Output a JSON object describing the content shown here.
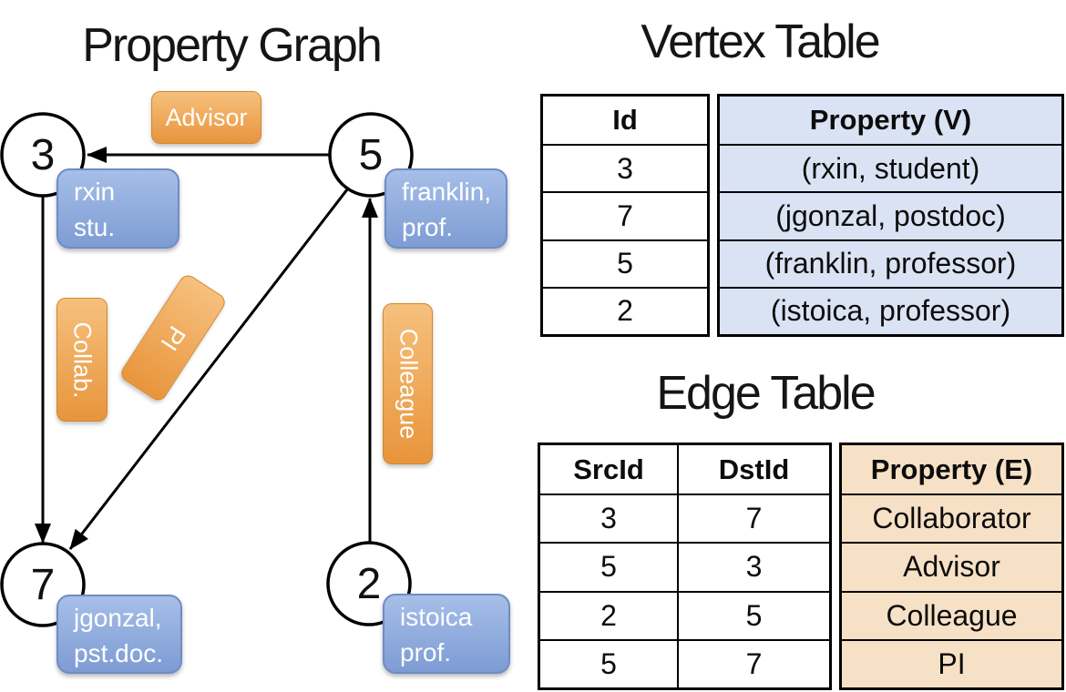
{
  "graph": {
    "title": "Property Graph",
    "nodes": [
      {
        "id": "3",
        "line1": "rxin",
        "line2": "stu."
      },
      {
        "id": "5",
        "line1": "franklin,",
        "line2": "prof."
      },
      {
        "id": "7",
        "line1": "jgonzal,",
        "line2": "pst.doc."
      },
      {
        "id": "2",
        "line1": "istoica",
        "line2": "prof."
      }
    ],
    "edge_labels": [
      {
        "label": "Advisor"
      },
      {
        "label": "Collab."
      },
      {
        "label": "PI"
      },
      {
        "label": "Colleague"
      }
    ]
  },
  "vertex_table": {
    "title": "Vertex Table",
    "columns": {
      "id": "Id",
      "property": "Property (V)"
    },
    "rows": [
      {
        "id": "3",
        "property": "(rxin, student)"
      },
      {
        "id": "7",
        "property": "(jgonzal, postdoc)"
      },
      {
        "id": "5",
        "property": "(franklin, professor)"
      },
      {
        "id": "2",
        "property": "(istoica, professor)"
      }
    ]
  },
  "edge_table": {
    "title": "Edge Table",
    "columns": {
      "src": "SrcId",
      "dst": "DstId",
      "property": "Property (E)"
    },
    "rows": [
      {
        "src": "3",
        "dst": "7",
        "property": "Collaborator"
      },
      {
        "src": "5",
        "dst": "3",
        "property": "Advisor"
      },
      {
        "src": "2",
        "dst": "5",
        "property": "Colleague"
      },
      {
        "src": "5",
        "dst": "7",
        "property": "PI"
      }
    ]
  },
  "colors": {
    "edge_label_gradient_top": "#f6c07d",
    "edge_label_gradient_bottom": "#e8953c",
    "vertex_label_gradient_top": "#a6bfe8",
    "vertex_label_gradient_bottom": "#7e9cd4",
    "vertex_property_column_bg": "#dae3f3",
    "edge_property_column_bg": "#f7e1c6",
    "line_color": "#000000"
  }
}
